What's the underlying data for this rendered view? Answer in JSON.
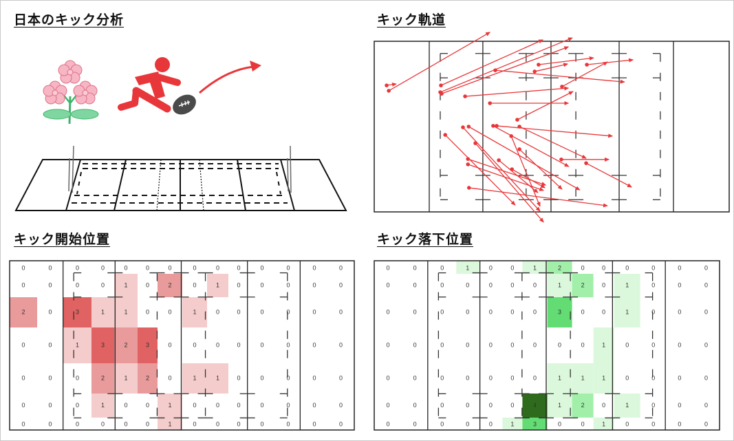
{
  "titles": {
    "main": "日本のキック分析",
    "trajectory": "キック軌道",
    "start": "キック開始位置",
    "landing": "キック落下位置"
  },
  "colors": {
    "arrow": "#e8373a",
    "start_scale": [
      "#ffffff",
      "#f4cccc",
      "#e99a9a",
      "#e06262"
    ],
    "landing_scale": [
      "#ffffff",
      "#dcf8dc",
      "#a2efaa",
      "#63dc73",
      "#2f6b1d"
    ]
  },
  "chart_data": [
    {
      "type": "line",
      "title": "キック軌道",
      "xlim": [
        0,
        100
      ],
      "ylim": [
        0,
        70
      ],
      "arrows": [
        {
          "from": [
            4.1,
            20.3
          ],
          "to": [
            32.6,
            -3.7
          ]
        },
        {
          "from": [
            3.5,
            18.1
          ],
          "to": [
            6.2,
            17.5
          ]
        },
        {
          "from": [
            18.8,
            18.1
          ],
          "to": [
            47.5,
            -0.6
          ]
        },
        {
          "from": [
            18.6,
            20.9
          ],
          "to": [
            55.8,
            -1.4
          ]
        },
        {
          "from": [
            19.0,
            21.5
          ],
          "to": [
            54.7,
            2.3
          ]
        },
        {
          "from": [
            34.1,
            11.9
          ],
          "to": [
            70.5,
            16.7
          ]
        },
        {
          "from": [
            46.3,
            9.6
          ],
          "to": [
            61.8,
            6.8
          ]
        },
        {
          "from": [
            45.2,
            12.4
          ],
          "to": [
            54.5,
            9.3
          ]
        },
        {
          "from": [
            59.9,
            9.6
          ],
          "to": [
            72.9,
            7.6
          ]
        },
        {
          "from": [
            52.9,
            18.6
          ],
          "to": [
            65.7,
            8.5
          ]
        },
        {
          "from": [
            25.6,
            22.6
          ],
          "to": [
            54.7,
            19.2
          ]
        },
        {
          "from": [
            32.6,
            25.4
          ],
          "to": [
            54.7,
            25.4
          ]
        },
        {
          "from": [
            40.3,
            32.2
          ],
          "to": [
            56.0,
            20.6
          ]
        },
        {
          "from": [
            34.5,
            34.7
          ],
          "to": [
            67.1,
            38.9
          ]
        },
        {
          "from": [
            40.9,
            35.0
          ],
          "to": [
            59.7,
            48.0
          ]
        },
        {
          "from": [
            20.0,
            38.4
          ],
          "to": [
            39.7,
            67.2
          ]
        },
        {
          "from": [
            25.0,
            35.3
          ],
          "to": [
            46.7,
            69.7
          ]
        },
        {
          "from": [
            26.6,
            35.0
          ],
          "to": [
            57.9,
            61.0
          ]
        },
        {
          "from": [
            28.5,
            41.8
          ],
          "to": [
            47.7,
            74.2
          ]
        },
        {
          "from": [
            33.5,
            34.7
          ],
          "to": [
            54.8,
            51.4
          ]
        },
        {
          "from": [
            38.6,
            38.9
          ],
          "to": [
            46.7,
            67.7
          ]
        },
        {
          "from": [
            40.9,
            44.3
          ],
          "to": [
            52.9,
            60.7
          ]
        },
        {
          "from": [
            26.4,
            48.3
          ],
          "to": [
            48.3,
            59.0
          ]
        },
        {
          "from": [
            26.4,
            50.5
          ],
          "to": [
            47.7,
            61.2
          ]
        },
        {
          "from": [
            35.1,
            48.8
          ],
          "to": [
            46.1,
            62.1
          ]
        },
        {
          "from": [
            38.8,
            52.5
          ],
          "to": [
            48.1,
            60.1
          ]
        },
        {
          "from": [
            52.7,
            48.5
          ],
          "to": [
            66.1,
            48.5
          ]
        },
        {
          "from": [
            59.7,
            50.0
          ],
          "to": [
            72.5,
            59.8
          ]
        },
        {
          "from": [
            26.7,
            60.1
          ],
          "to": [
            65.7,
            67.5
          ]
        }
      ]
    },
    {
      "type": "heatmap",
      "title": "キック開始位置",
      "rows": 7,
      "cols": 14,
      "values": [
        [
          0,
          0,
          0,
          0,
          0,
          0,
          0,
          0,
          0,
          0,
          0,
          0,
          0,
          0
        ],
        [
          0,
          0,
          0,
          0,
          1,
          0,
          2,
          0,
          1,
          0,
          0,
          0,
          0,
          0
        ],
        [
          2,
          0,
          3,
          1,
          1,
          0,
          0,
          1,
          0,
          0,
          0,
          0,
          0,
          0
        ],
        [
          0,
          0,
          1,
          3,
          2,
          3,
          0,
          0,
          0,
          0,
          0,
          0,
          0,
          0
        ],
        [
          0,
          0,
          0,
          2,
          1,
          2,
          0,
          1,
          1,
          0,
          0,
          0,
          0,
          0
        ],
        [
          0,
          0,
          0,
          1,
          0,
          0,
          1,
          0,
          0,
          0,
          0,
          0,
          0,
          0
        ],
        [
          0,
          0,
          0,
          0,
          0,
          0,
          1,
          0,
          0,
          0,
          0,
          0,
          0,
          0
        ]
      ]
    },
    {
      "type": "heatmap",
      "title": "キック落下位置",
      "rows": 7,
      "cols": 14,
      "values": [
        [
          0,
          0,
          0,
          1,
          0,
          0,
          1,
          2,
          0,
          0,
          0,
          0,
          0,
          0
        ],
        [
          0,
          0,
          0,
          0,
          0,
          0,
          0,
          1,
          2,
          0,
          1,
          0,
          0,
          0
        ],
        [
          0,
          0,
          0,
          0,
          0,
          0,
          0,
          3,
          0,
          0,
          1,
          0,
          0,
          0
        ],
        [
          0,
          0,
          0,
          0,
          0,
          0,
          0,
          0,
          0,
          1,
          0,
          0,
          0,
          0
        ],
        [
          0,
          0,
          0,
          0,
          0,
          0,
          0,
          1,
          1,
          1,
          0,
          0,
          0,
          0
        ],
        [
          0,
          0,
          0,
          0,
          0,
          0,
          4,
          1,
          2,
          0,
          1,
          0,
          0,
          0
        ],
        [
          0,
          0,
          0,
          0,
          0,
          1,
          3,
          0,
          0,
          1,
          0,
          0,
          0,
          0
        ]
      ]
    }
  ]
}
